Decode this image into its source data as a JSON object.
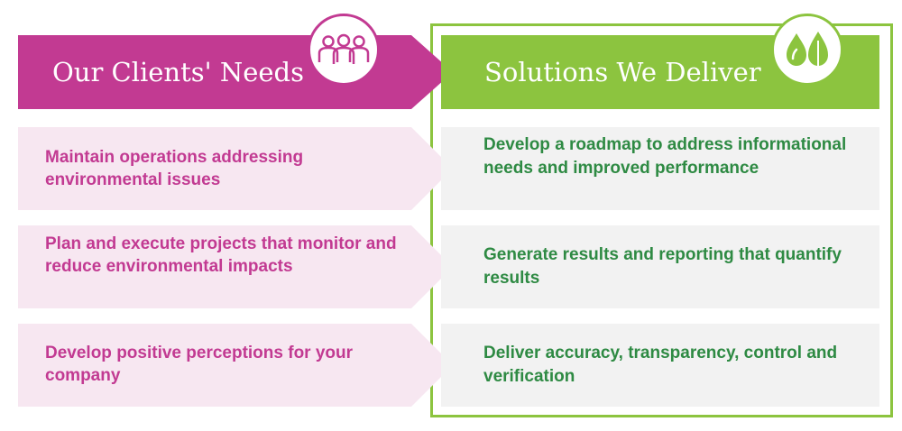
{
  "left": {
    "title": "Our Clients' Needs",
    "icon": "people-icon",
    "items": [
      {
        "text": "Maintain operations addressing environmental issues"
      },
      {
        "text": "Plan and execute projects that monitor and reduce environmental impacts"
      },
      {
        "text": "Develop positive perceptions for your company"
      }
    ]
  },
  "right": {
    "title": "Solutions We Deliver",
    "icon": "water-leaf-icon",
    "items": [
      {
        "text": "Develop a roadmap to address informational needs and improved performance"
      },
      {
        "text": "Generate results and reporting that quantify results"
      },
      {
        "text": "Deliver accuracy, transparency, control and verification"
      }
    ]
  },
  "colors": {
    "magenta": "#c23a92",
    "magenta_light": "#f7e7f1",
    "green": "#8cc43f",
    "green_text": "#2e8a43",
    "gray_light": "#f2f2f2"
  }
}
